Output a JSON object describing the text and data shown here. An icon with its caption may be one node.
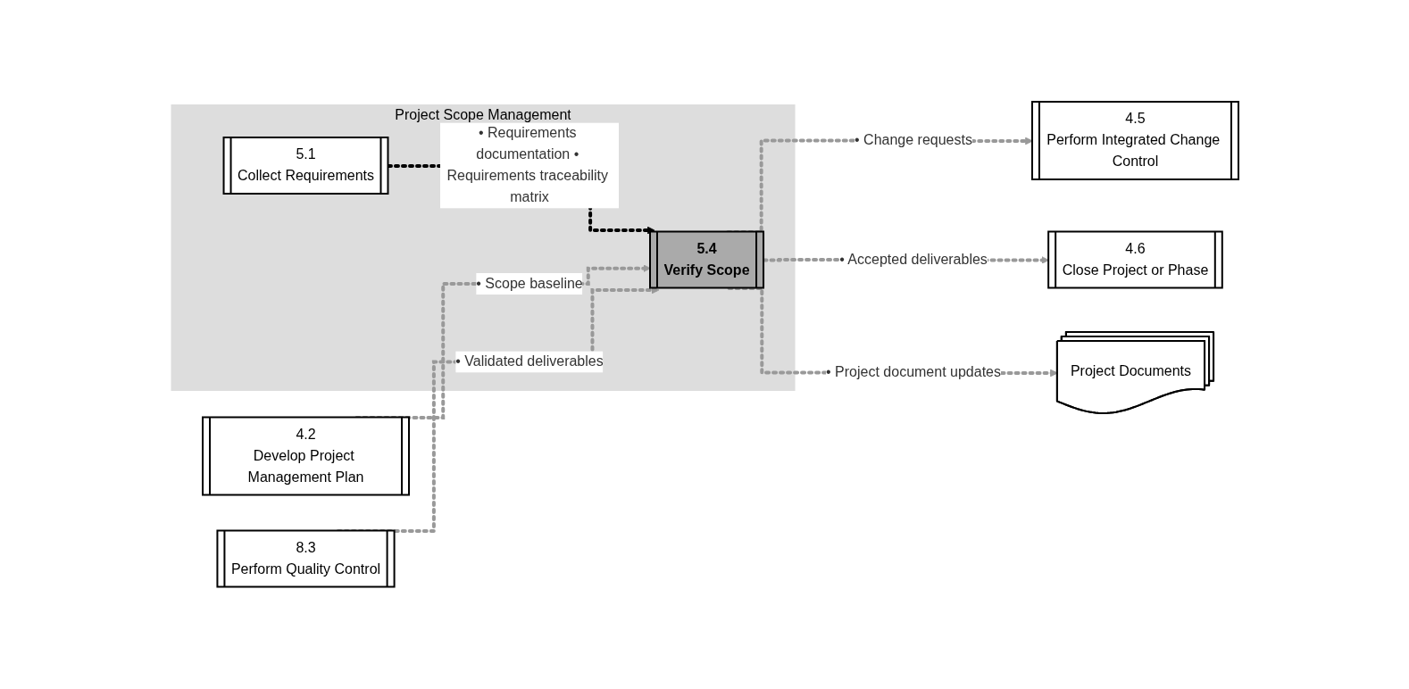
{
  "diagram": {
    "nodes": [
      {
        "text": [
          "Project Scope Management"
        ]
      },
      {
        "text": [
          "5.1",
          "Collect Requirements"
        ],
        "in": 0
      },
      {
        "text": [
          "5.4",
          "Verify Scope"
        ],
        "in": 0
      },
      {
        "text": [
          "4.2",
          "Develop Project Management Plan"
        ]
      },
      {
        "text": [
          "8.3",
          "Perform Quality Control"
        ]
      },
      {
        "text": [
          "4.5",
          "Perform Integrated Change Control"
        ]
      },
      {
        "text": [
          "4.6",
          "Close Project or Phase"
        ]
      },
      {
        "text": [
          "Project Documents"
        ]
      }
    ],
    "edges": [
      {
        "from": 1,
        "to": 2,
        "arrow": "to",
        "label": "• Requirements documentation • Requirements traceability matrix",
        "style": "dashed",
        "color": "#000000"
      },
      {
        "from": 3,
        "to": 2,
        "arrow": "to",
        "label": "• Scope baseline",
        "style": "dashed"
      },
      {
        "from": 4,
        "to": 2,
        "arrow": "to",
        "label": "• Validated deliverables",
        "style": "dashed"
      },
      {
        "from": 2,
        "to": 5,
        "arrow": "to",
        "label": "• Change requests",
        "style": "dashed"
      },
      {
        "from": 2,
        "to": 6,
        "arrow": "to",
        "label": "• Accepted deliverables",
        "style": "dashed"
      },
      {
        "from": 2,
        "to": 7,
        "arrow": "to",
        "label": "• Project document updates",
        "style": "dashed"
      }
    ]
  }
}
